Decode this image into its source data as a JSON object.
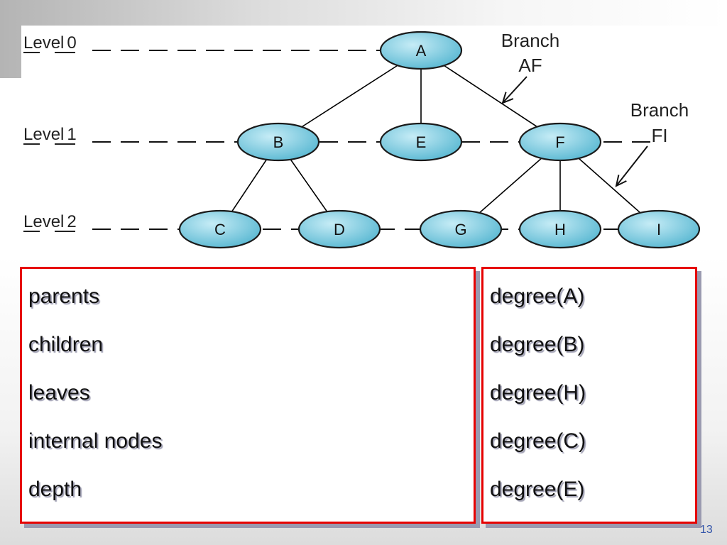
{
  "diagram": {
    "levels": [
      {
        "id": "level-0",
        "word": "Level",
        "number": "0"
      },
      {
        "id": "level-1",
        "word": "Level",
        "number": "1"
      },
      {
        "id": "level-2",
        "word": "Level",
        "number": "2"
      }
    ],
    "nodes": [
      "A",
      "B",
      "E",
      "F",
      "C",
      "D",
      "G",
      "H",
      "I"
    ],
    "edges": [
      [
        "A",
        "B"
      ],
      [
        "A",
        "E"
      ],
      [
        "A",
        "F"
      ],
      [
        "B",
        "C"
      ],
      [
        "B",
        "D"
      ],
      [
        "F",
        "G"
      ],
      [
        "F",
        "H"
      ],
      [
        "F",
        "I"
      ]
    ],
    "branch_labels": [
      {
        "id": "branch-af",
        "line1": "Branch",
        "line2": "AF"
      },
      {
        "id": "branch-fi",
        "line1": "Branch",
        "line2": "FI"
      }
    ],
    "colors": {
      "node_fill": "#71c7dd",
      "node_stroke": "#1a1a1a",
      "line": "#000000"
    }
  },
  "terms": {
    "left": [
      "parents",
      "children",
      "leaves",
      "internal  nodes",
      "depth"
    ],
    "right": [
      "degree(A)",
      "degree(B)",
      "degree(H)",
      "degree(C)",
      "degree(E)"
    ]
  },
  "page_number": "13",
  "colors": {
    "box_border": "#e60000"
  }
}
